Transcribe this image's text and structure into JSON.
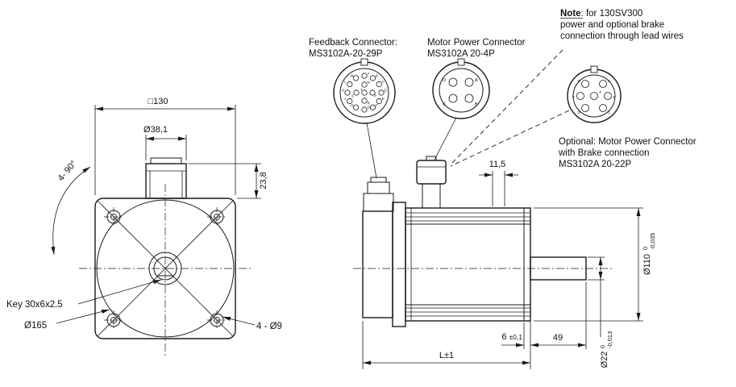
{
  "note": {
    "keyword": "Note",
    "rest": ": for 130SV300",
    "line2": "power and optional brake",
    "line3": "connection through lead wires"
  },
  "connectors": {
    "feedback": {
      "title": "Feedback Connector:",
      "model": "MS3102A-20-29P",
      "pins": [
        "A",
        "B",
        "C",
        "D",
        "E",
        "F",
        "G",
        "H",
        "J",
        "K",
        "L",
        "M",
        "N",
        "P",
        "R",
        "S",
        "T"
      ]
    },
    "power": {
      "title": "Motor Power Connector",
      "model": "MS3102A 20-4P",
      "pins": [
        "A",
        "B",
        "C",
        "D"
      ]
    },
    "optional": {
      "line1": "Optional: Motor Power Connector",
      "line2": "with Brake connection",
      "model": "MS3102A 20-22P",
      "pins": [
        "A",
        "B",
        "C",
        "D",
        "E",
        "F",
        "G"
      ]
    }
  },
  "front_view": {
    "dim_square": "□130",
    "dim_connector_dia": "Ø38,1",
    "dim_connector_height": "23,8",
    "dim_hole_angle": "4- 90°",
    "label_key": "Key 30x6x2.5",
    "label_pilot": "Ø165",
    "label_holes": "4 - Ø9"
  },
  "side_view": {
    "dim_offset": "11,5",
    "dim_body_dia": "Ø110",
    "body_dia_tol_top": "0",
    "body_dia_tol_bottom": "-0,035",
    "dim_depth_value": "6",
    "dim_depth_tol": "±0,1",
    "dim_shaft_len": "49",
    "dim_total_len": "L±1",
    "dim_shaft_dia": "Ø22",
    "shaft_tol_top": "0",
    "shaft_tol_bottom": "-0,013"
  },
  "colors": {
    "line": "#1a1a1a",
    "background": "#ffffff"
  }
}
